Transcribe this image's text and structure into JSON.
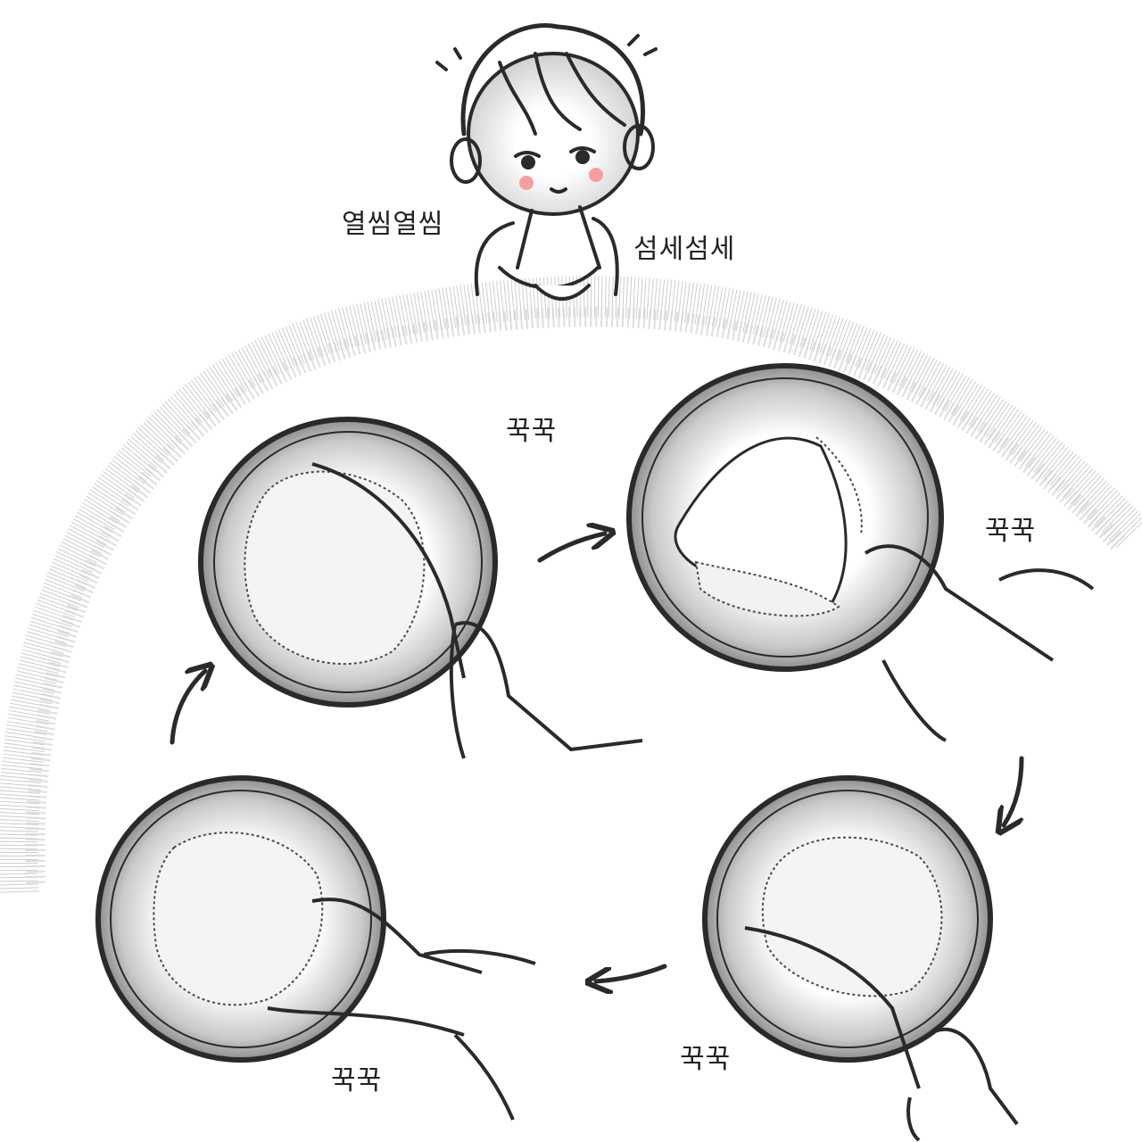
{
  "labels": {
    "diligent": "열씸열씸",
    "delicate": "섬세섬세",
    "press_1": "꾹꾹",
    "press_2": "꾹꾹",
    "press_3": "꾹꾹",
    "press_4": "꾹꾹"
  },
  "colors": {
    "ink": "#2a2a2a",
    "bowl_shade": "#9a9a9a",
    "spray": "#b8b8b8",
    "blush": "#f4a0a0"
  },
  "icons": {
    "person": "barista-character",
    "bowl": "bowl-with-rice",
    "arrow": "curved-arrow"
  }
}
